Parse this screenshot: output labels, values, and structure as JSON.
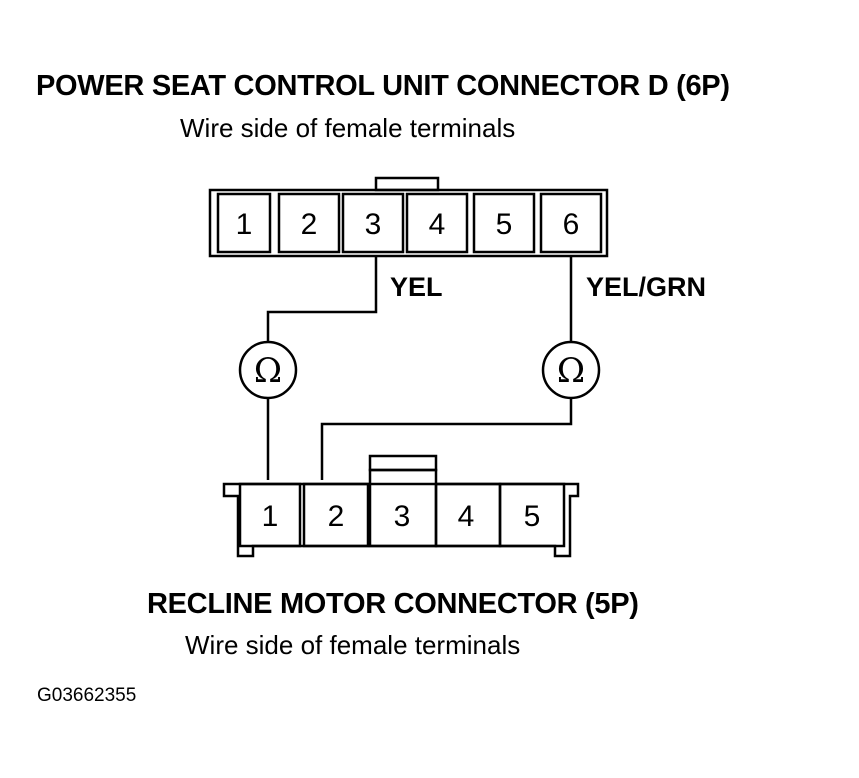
{
  "top_connector": {
    "title": "POWER SEAT CONTROL UNIT CONNECTOR D (6P)",
    "subtitle": "Wire side of female terminals",
    "pins": [
      "1",
      "2",
      "3",
      "4",
      "5",
      "6"
    ]
  },
  "bottom_connector": {
    "title": "RECLINE MOTOR CONNECTOR (5P)",
    "subtitle": "Wire side of female terminals",
    "pins": [
      "1",
      "2",
      "3",
      "4",
      "5"
    ]
  },
  "wires": [
    {
      "label": "YEL",
      "from_pin": "3",
      "to_pin": "1"
    },
    {
      "label": "YEL/GRN",
      "from_pin": "6",
      "to_pin": "2"
    }
  ],
  "meter_symbol": "Ω",
  "figure_code": "G03662355",
  "icons": [
    "ohmmeter-icon",
    "ohmmeter-icon"
  ]
}
